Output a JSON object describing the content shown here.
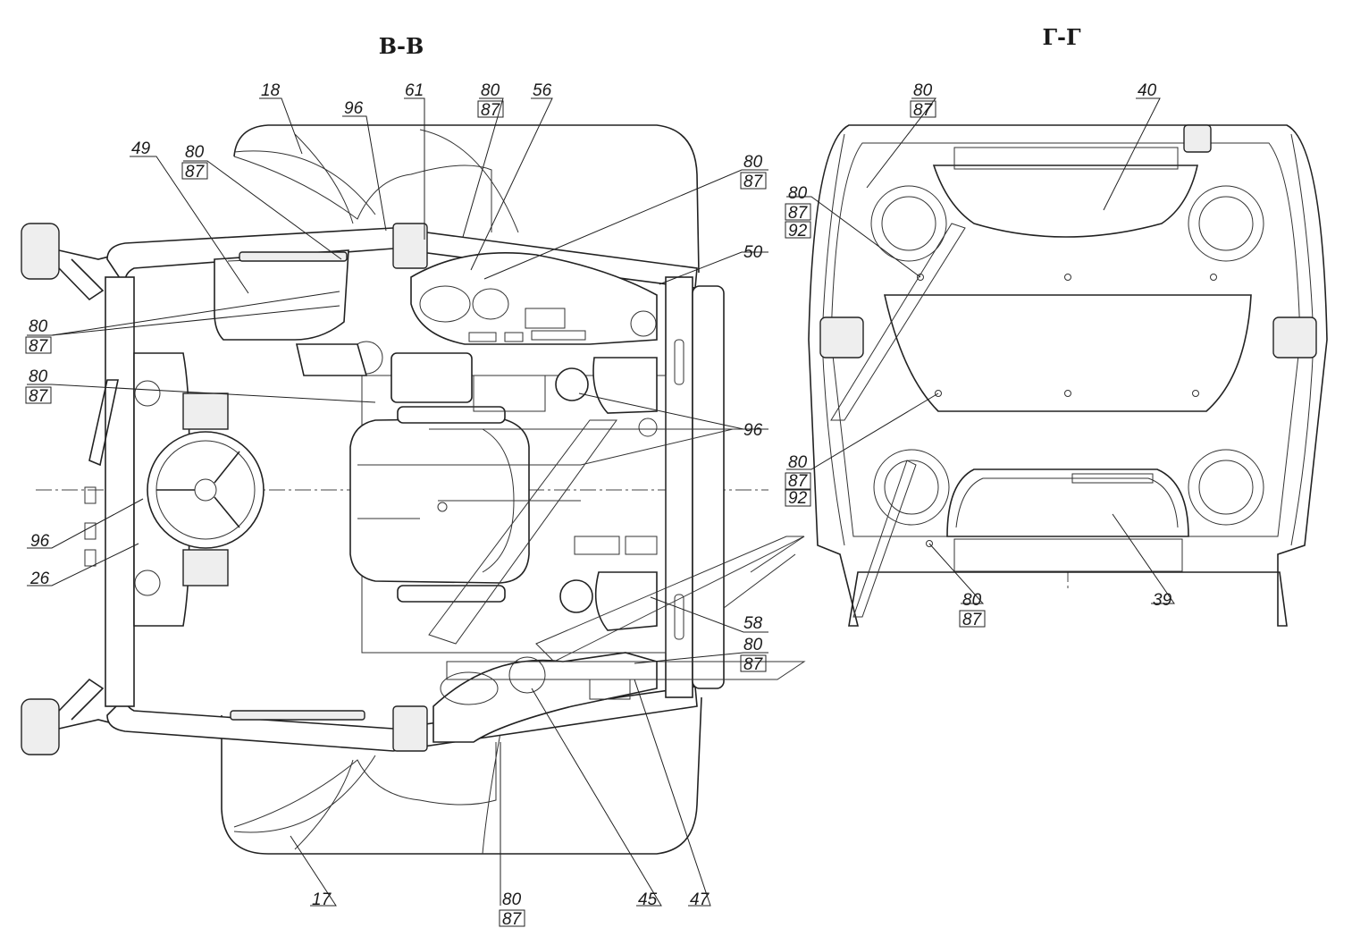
{
  "sections": [
    {
      "id": "vv",
      "title": "В-В"
    },
    {
      "id": "gg",
      "title": "Г-Г"
    }
  ],
  "callouts": {
    "c18": "18",
    "c49": "49",
    "c96a": "96",
    "c61": "61",
    "c80_87_top": [
      "80",
      "87"
    ],
    "c56": "56",
    "c80_87_a": [
      "80",
      "87"
    ],
    "c80_87_b": [
      "80",
      "87"
    ],
    "c80_87_c": [
      "80",
      "87"
    ],
    "c80_87_d": [
      "80",
      "87"
    ],
    "c50": "50",
    "c96b": "96",
    "c96c": "96",
    "c26": "26",
    "c58": "58",
    "c80_87_e": [
      "80",
      "87"
    ],
    "c17": "17",
    "c80_87_f": [
      "80",
      "87"
    ],
    "c45": "45",
    "c47": "47",
    "g80_87_top": [
      "80",
      "87"
    ],
    "g40": "40",
    "g80_87_92_a": [
      "80",
      "87",
      "92"
    ],
    "g80_87_92_b": [
      "80",
      "87",
      "92"
    ],
    "g80_87_bot": [
      "80",
      "87"
    ],
    "g39": "39"
  }
}
